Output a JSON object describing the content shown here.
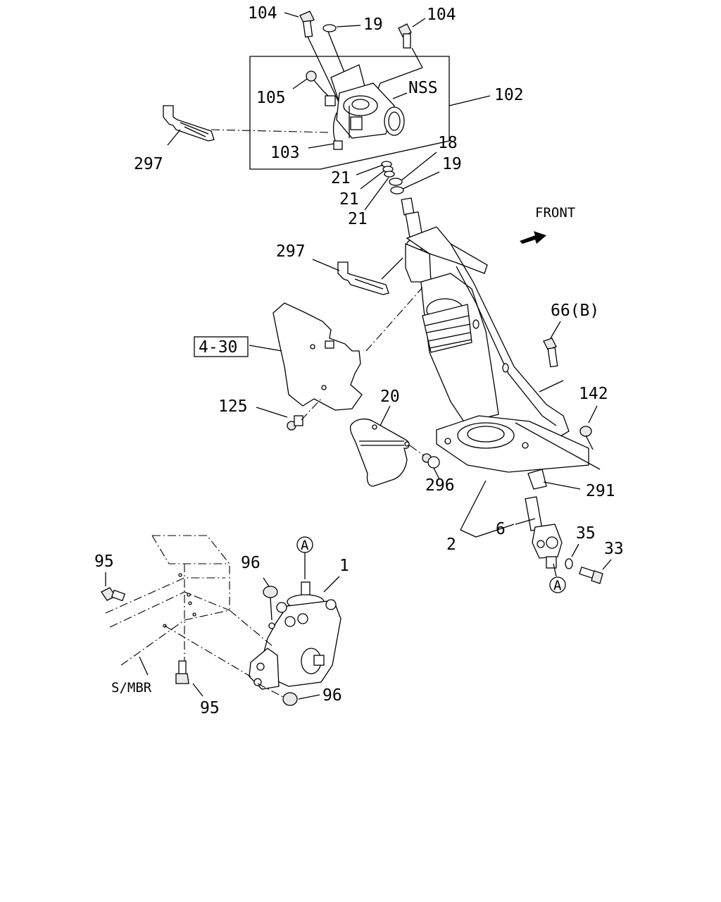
{
  "labels": {
    "l104a": "104",
    "l19a": "19",
    "l104b": "104",
    "lNSS": "NSS",
    "l105": "105",
    "l102": "102",
    "l297a": "297",
    "l103": "103",
    "l18": "18",
    "l19b": "19",
    "l21a": "21",
    "l21b": "21",
    "l21c": "21",
    "lFRONT": "FRONT",
    "l297b": "297",
    "l66b": "66(B)",
    "l430": "4-30",
    "l142": "142",
    "l20": "20",
    "l125": "125",
    "l296": "296",
    "l291": "291",
    "l6": "6",
    "l35": "35",
    "l33": "33",
    "l2": "2",
    "lA1": "A",
    "lA2": "A",
    "l95a": "95",
    "l96a": "96",
    "l1": "1",
    "lSMBR": "S/MBR",
    "l95b": "95",
    "l96b": "96"
  }
}
